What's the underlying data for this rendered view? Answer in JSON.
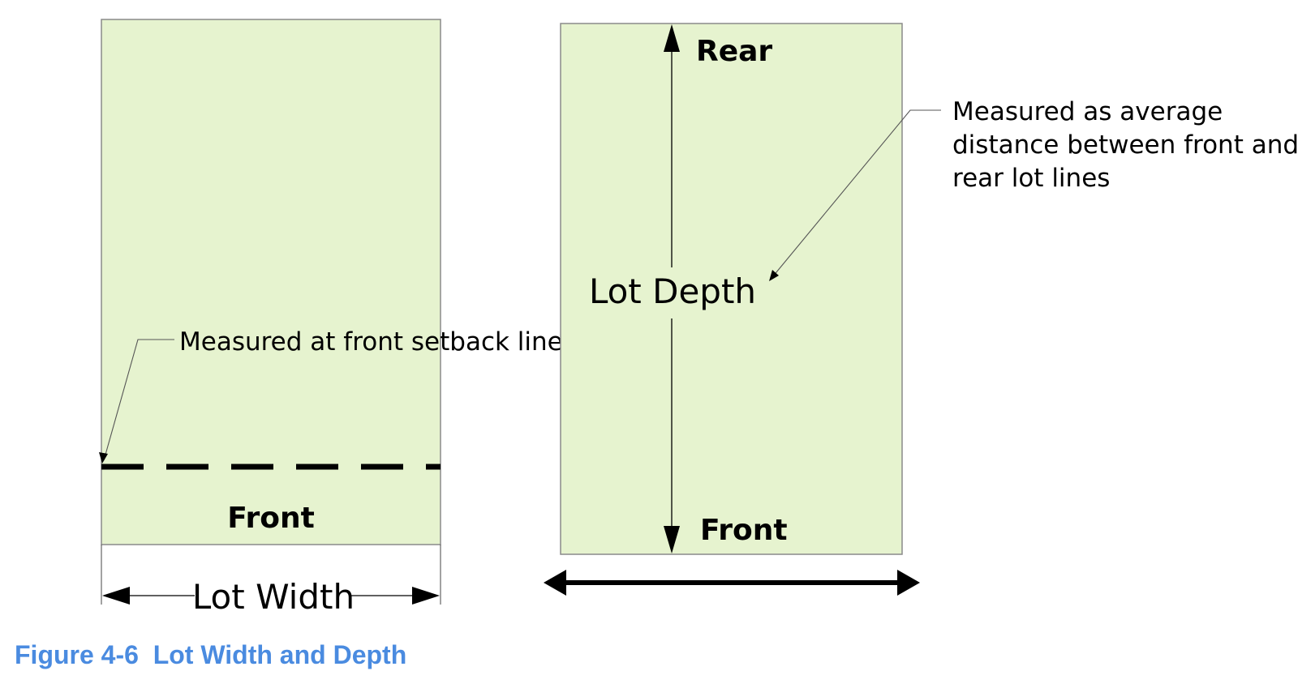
{
  "width_diagram": {
    "front_label": "Front",
    "measure_label": "Lot Width",
    "note": "Measured at front setback line"
  },
  "depth_diagram": {
    "rear_label": "Rear",
    "front_label": "Front",
    "measure_label": "Lot Depth",
    "note_lines": [
      "Measured as average",
      "distance between front and",
      "rear lot lines"
    ]
  },
  "caption": "Figure 4-6  Lot Width and Depth",
  "colors": {
    "lot_fill": "#e6f3cf",
    "caption": "#4a8be0"
  }
}
